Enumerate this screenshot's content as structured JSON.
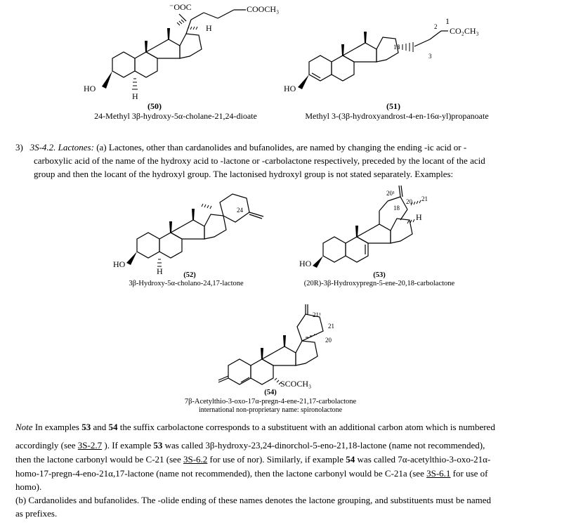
{
  "struct50": {
    "top_left": "⁻OOC",
    "top_right": "COOCH₃",
    "h_right": "H",
    "ho": "HO",
    "h_bottom": "H",
    "number": "(50)",
    "name": "24-Methyl 3β-hydroxy-5α-cholane-21,24-dioate"
  },
  "struct51": {
    "loc2": "2",
    "loc1": "1",
    "loc16": "16",
    "loc3": "3",
    "ester": "CO₂CH₃",
    "ho": "HO",
    "number": "(51)",
    "name": "Methyl 3-(3β-hydroxyandrost-4-en-16α-yl)propanoate"
  },
  "item3": {
    "marker": "3)",
    "heading": "3S-4.2. Lactones:",
    "line1_rest": " (a) Lactones, other than cardanolides and bufanolides, are named by changing the ending -ic acid or -",
    "line2": "carboxylic acid of the name of the hydroxy acid to -lactone or -carbolactone respectively, preceded by the locant of the acid",
    "line3": "group and then the locant of the hydroxyl group. The lactonised hydroxyl group is not stated separately. Examples:"
  },
  "struct52": {
    "loc24": "24",
    "ho": "HO",
    "h_bottom": "H",
    "number": "(52)",
    "name": "3β-Hydroxy-5α-cholano-24,17-lactone"
  },
  "struct53": {
    "loc201": "20¹",
    "loc20": "20",
    "loc21": "21",
    "loc18": "18",
    "h_right": "H",
    "ho": "HO",
    "number": "(53)",
    "name": "(20R)-3β-Hydroxypregn-5-ene-20,18-carbolactone"
  },
  "struct54": {
    "loc211": "21¹",
    "loc21": "21",
    "loc20": "20",
    "scoch3": "SCOCH₃",
    "number": "(54)",
    "name": "7β-Acetylthio-3-oxo-17α-pregn-4-ene-21,17-carbolactone",
    "inn": "international non-proprietary name: spironolactone"
  },
  "note": {
    "label": "Note",
    "line1_a": " In examples ",
    "n53": "53",
    "line1_b": " and ",
    "n54": "54",
    "line1_c": " the suffix carbolactone corresponds to a substituent with an additional carbon atom which is numbered",
    "line2_a": "accordingly (see ",
    "link27": "3S-2.7",
    "line2_b": " ). If example ",
    "n53b": "53",
    "line2_c": " was called 3β-hydroxy-23,24-dinorchol-5-eno-21,18-lactone (name not recommended),",
    "line3_a": "then the lactone carbonyl would be C-21 (see ",
    "link62": "3S-6.2",
    "line3_b": " for use of nor). Similarly, if example ",
    "n54b": "54",
    "line3_c": " was called 7α-acetylthio-3-oxo-21α-",
    "line4": "homo-17-pregn-4-eno-21α,17-lactone (name not recommended), then the lactone carbonyl would be C-21a (see ",
    "link61": "3S-6.1",
    "line4_b": " for use of",
    "line5": "homo).",
    "line6": "(b) Cardanolides and bufanolides. The -olide ending of these names denotes the lactone grouping, and substituents must be named",
    "line7": "as prefixes."
  }
}
